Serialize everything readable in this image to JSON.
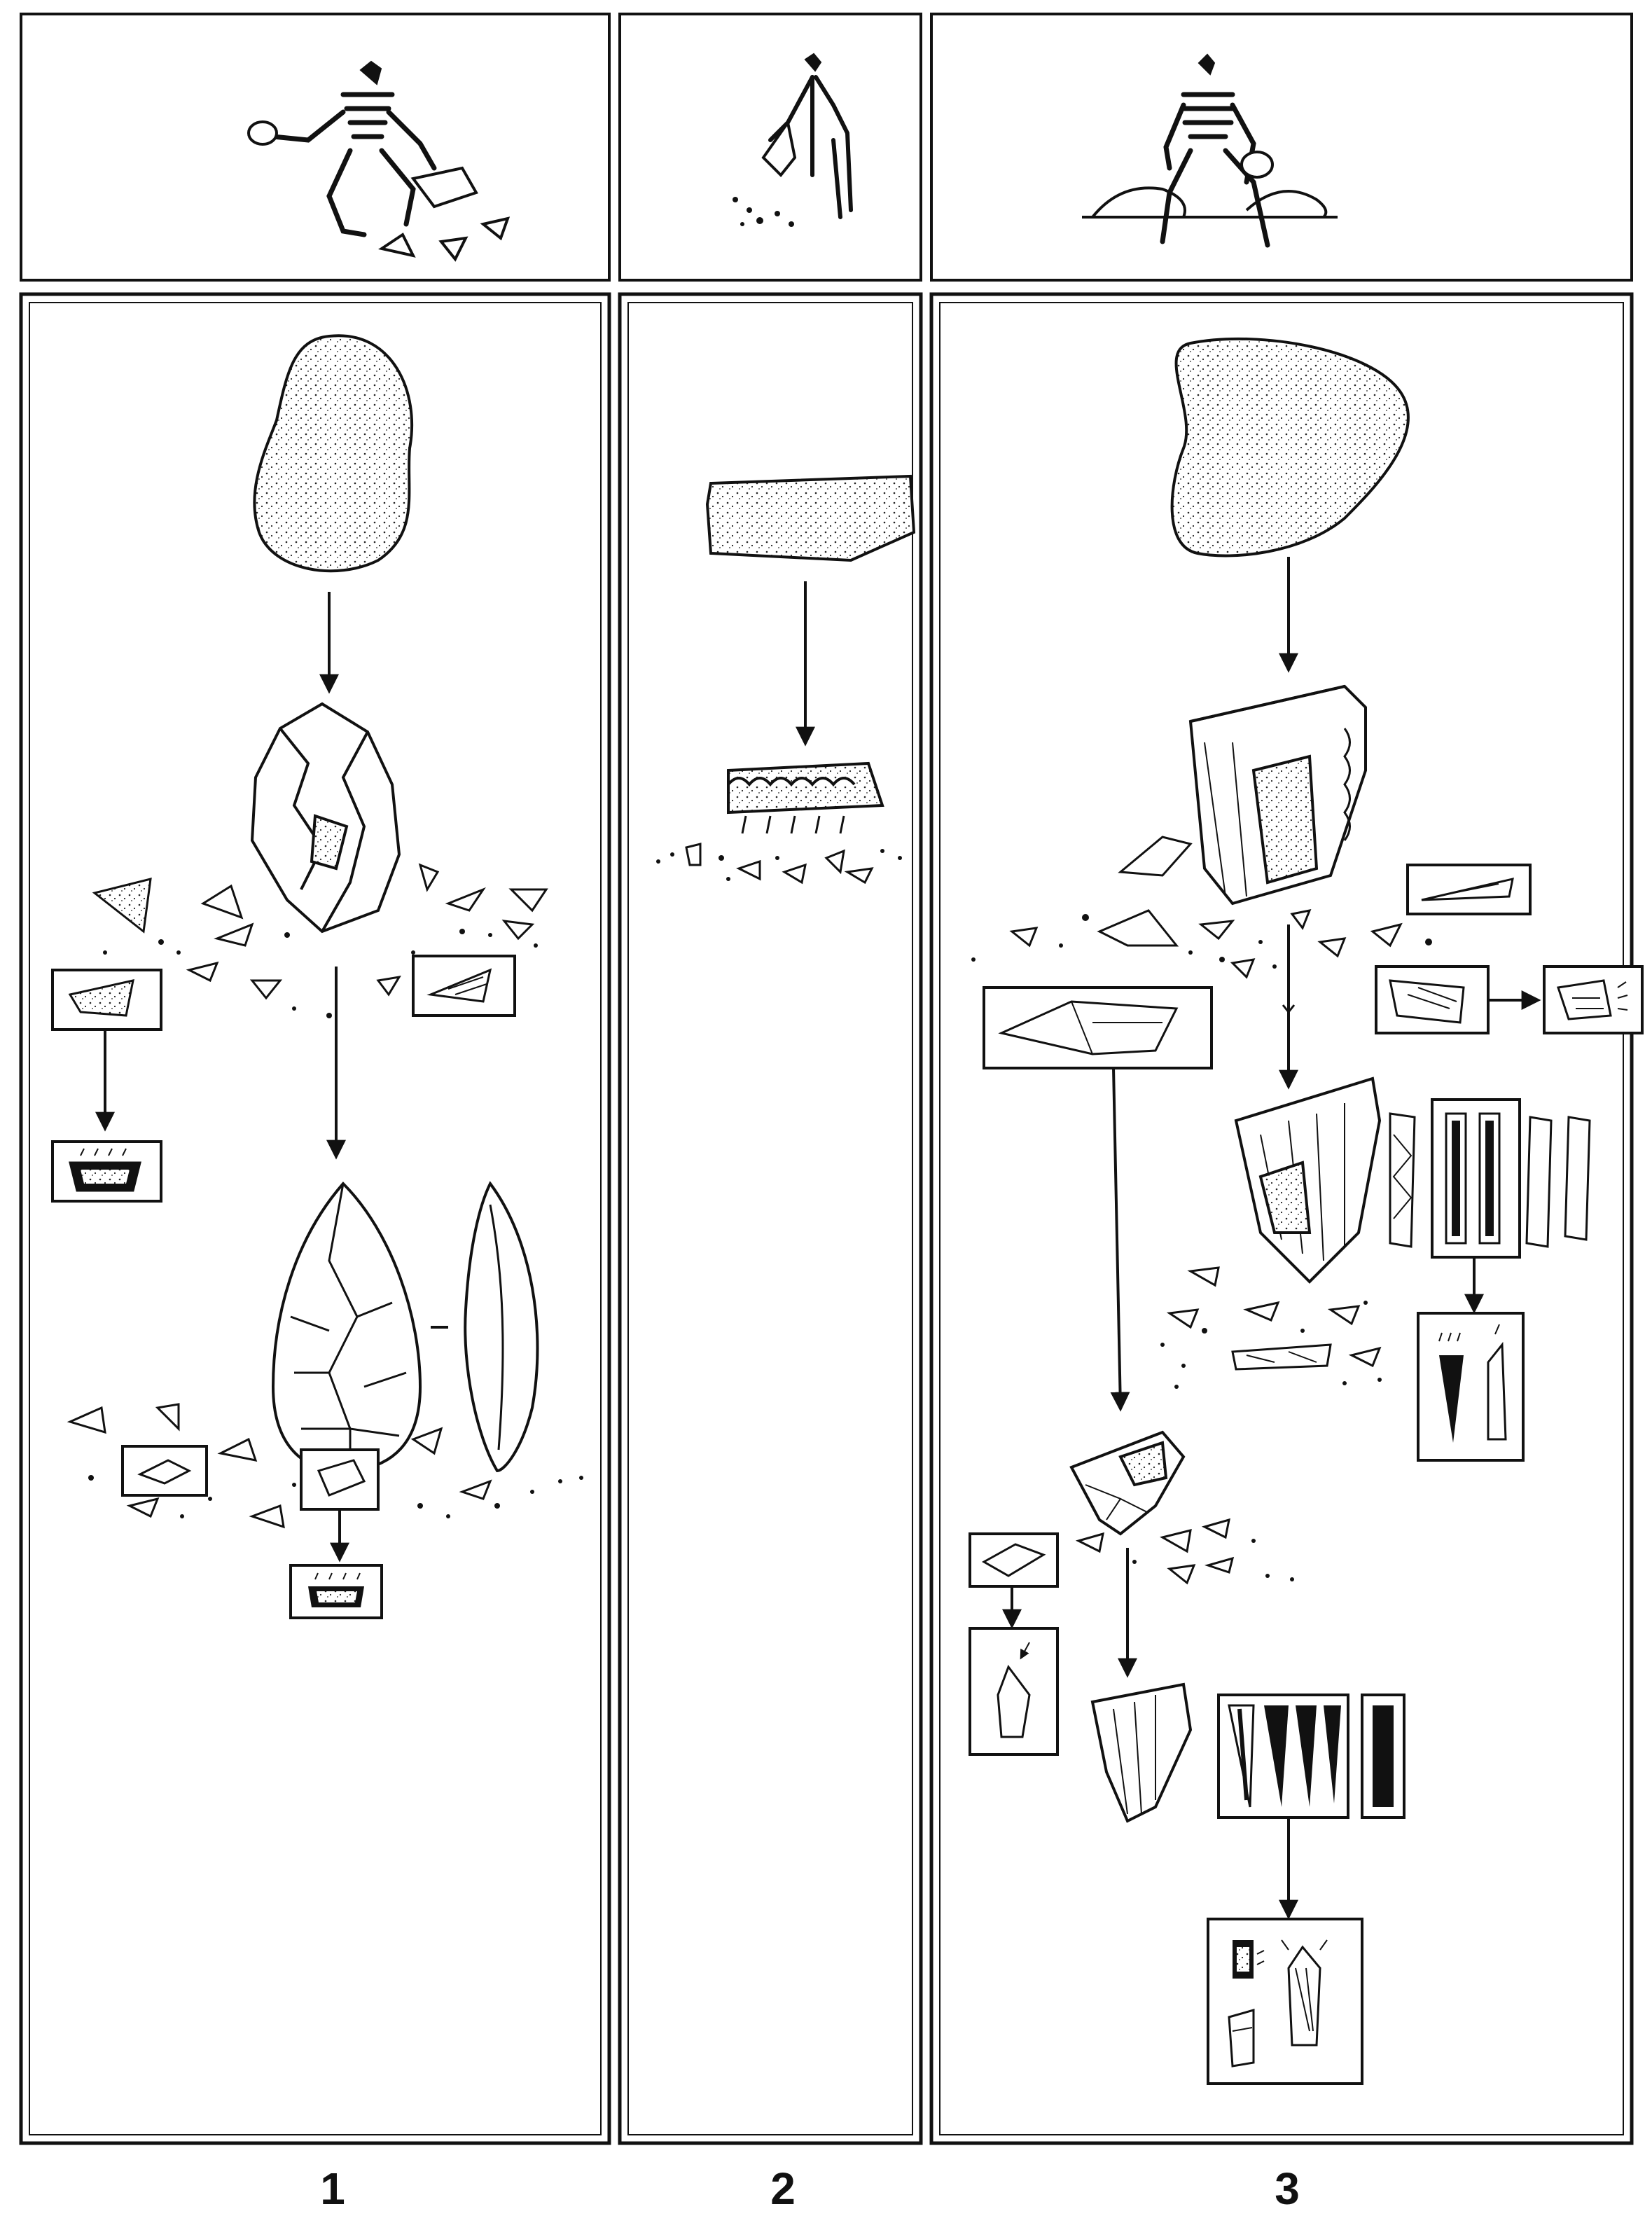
{
  "figure": {
    "columns": [
      {
        "id": "1",
        "label": "1",
        "header_scene": "knapper-striking-with-hammerstone",
        "sequence": [
          "nodule",
          "roughout",
          "flakes",
          "retouched-flake-tools",
          "bifacial-handaxe",
          "finished-tool"
        ]
      },
      {
        "id": "2",
        "label": "2",
        "header_scene": "worker-scattering-fragments",
        "sequence": [
          "tabular-block",
          "edge-retouched-block",
          "small-debris"
        ]
      },
      {
        "id": "3",
        "label": "3",
        "header_scene": "seated-knapper-between-rocks",
        "sequence": [
          "nodule",
          "prepared-core",
          "flakes",
          "blade-core",
          "blades",
          "retouched-blade-tools",
          "burins-and-points"
        ]
      }
    ],
    "colors": {
      "ink": "#111111",
      "paper": "#ffffff"
    }
  }
}
